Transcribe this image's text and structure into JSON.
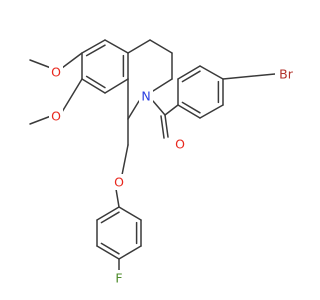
{
  "molecule": {
    "colors": {
      "bond": "#3a3a3a",
      "O": "#e8271d",
      "N": "#2b3fe0",
      "Br": "#b2322b",
      "F": "#4d8b2a"
    },
    "atoms": {
      "br": "Br",
      "o_carbonyl": "O",
      "n": "N",
      "o_ome1": "O",
      "o_ome2": "O",
      "o_ether": "O",
      "f": "F"
    }
  }
}
